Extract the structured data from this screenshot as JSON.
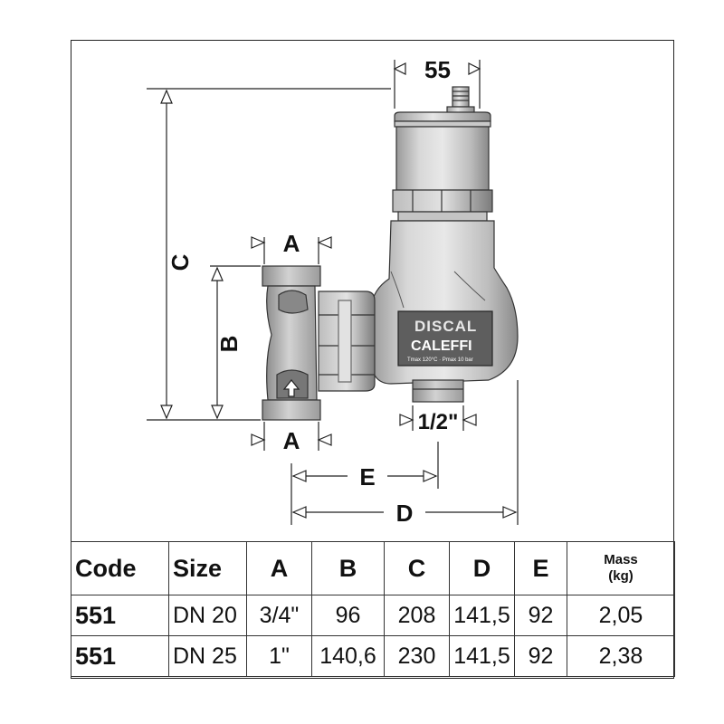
{
  "dimensions": {
    "width_55": "55",
    "height_c": "C",
    "port_a_top": "A",
    "port_a_bottom": "A",
    "height_b": "B",
    "drain_half_inch": "1/2\"",
    "length_e": "E",
    "length_d": "D"
  },
  "product_label": {
    "brand_line1": "DISCAL",
    "brand_line2": "CALEFFI",
    "rating": "Tmax 120°C · Pmax 10 bar"
  },
  "table": {
    "headers": {
      "code": "Code",
      "size": "Size",
      "a": "A",
      "b": "B",
      "c": "C",
      "d": "D",
      "e": "E",
      "mass_line1": "Mass",
      "mass_line2": "(kg)"
    },
    "rows": [
      {
        "code": "551",
        "size": "DN 20",
        "a": "3/4\"",
        "b": "96",
        "c": "208",
        "d": "141,5",
        "e": "92",
        "mass": "2,05"
      },
      {
        "code": "551",
        "size": "DN 25",
        "a": "1\"",
        "b": "140,6",
        "c": "230",
        "d": "141,5",
        "e": "92",
        "mass": "2,38"
      }
    ]
  },
  "colors": {
    "line": "#222222",
    "body_light": "#e4e4e4",
    "body_mid": "#b5b5b5",
    "body_dark": "#7a7a7a"
  }
}
